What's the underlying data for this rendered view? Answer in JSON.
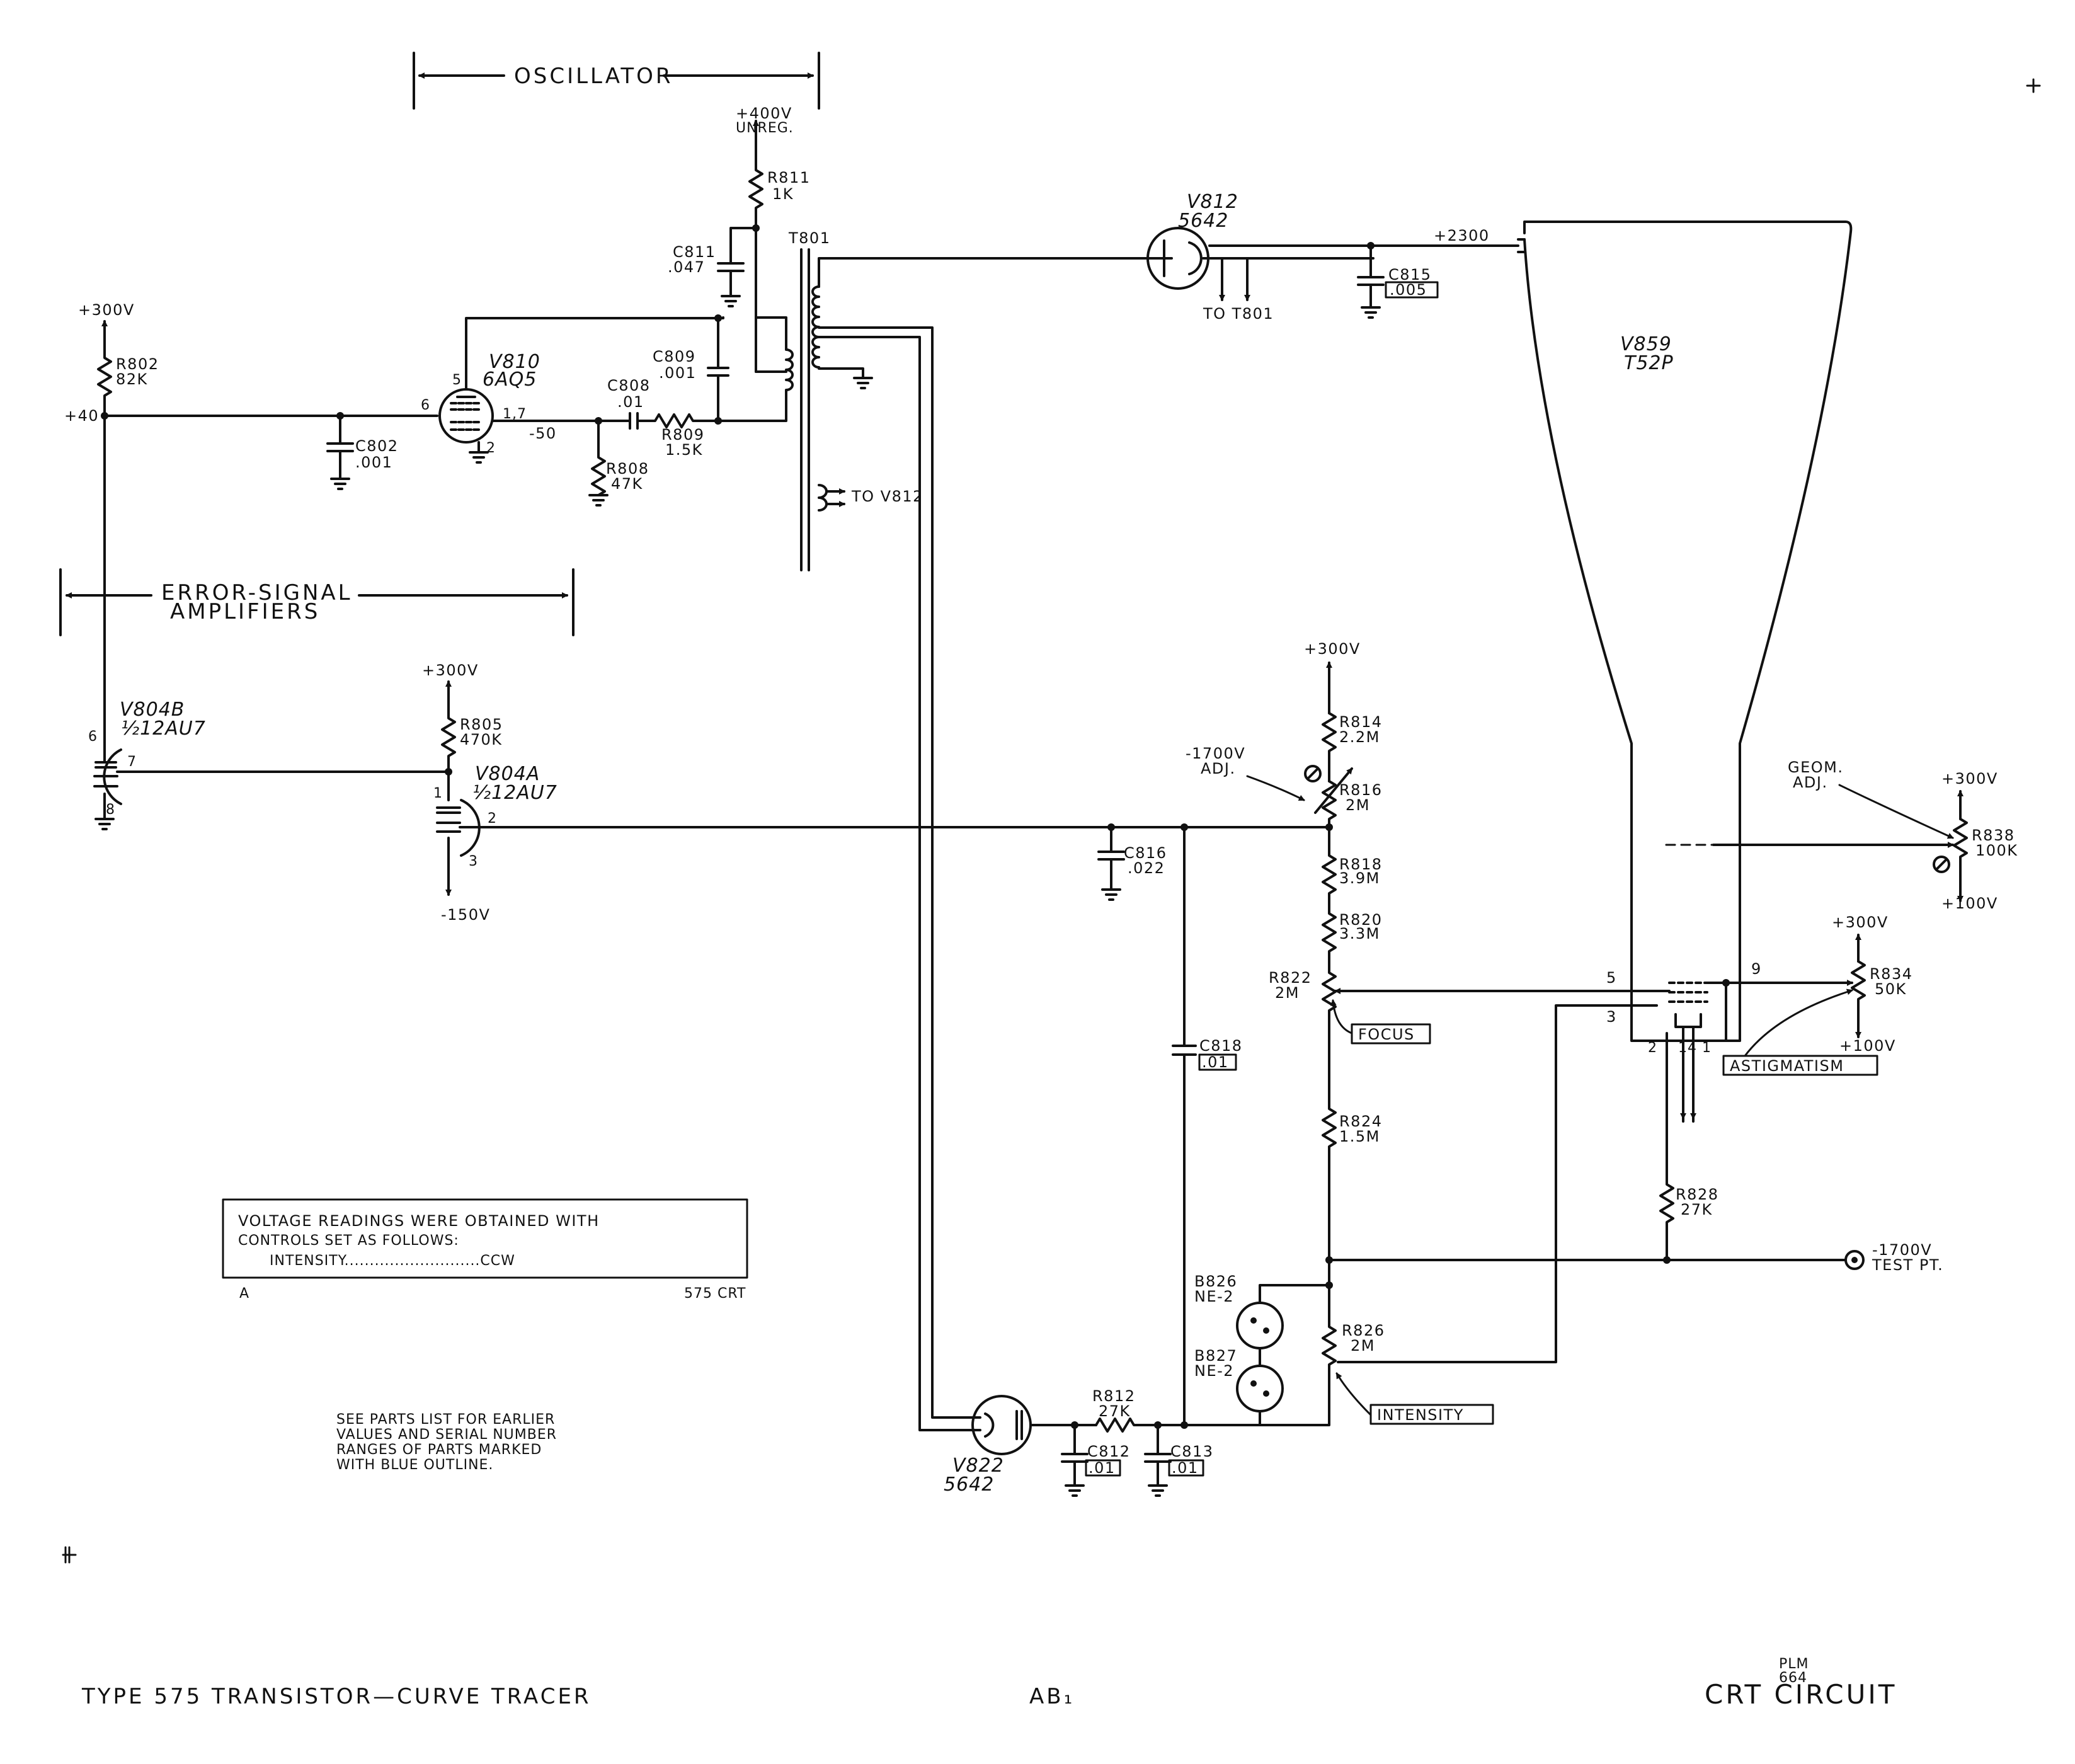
{
  "labels": {
    "oscillator": "OSCILLATOR",
    "error_line1": "ERROR-SIGNAL",
    "error_line2": "AMPLIFIERS",
    "p400": "+400V",
    "unreg": "UNREG.",
    "r811": "R811",
    "r811v": "1K",
    "c811": "C811",
    "c811v": ".047",
    "t801": "T801",
    "v812": "V812",
    "v812t": "5642",
    "to_t801": "TO T801",
    "p2300": "+2300",
    "c815": "C815",
    "c815v": ".005",
    "v859": "V859",
    "v859t": "T52P",
    "p300_a": "+300V",
    "r802": "R802",
    "r802v": "82K",
    "p40": "+40",
    "v810": "V810",
    "v810t": "6AQ5",
    "pin5": "5",
    "pin6": "6",
    "pin17": "1,7",
    "pin2": "2",
    "m50": "-50",
    "c802": "C802",
    "c802v": ".001",
    "c808": "C808",
    "c808v": ".01",
    "c809": "C809",
    "c809v": ".001",
    "r809": "R809",
    "r809v": "1.5K",
    "r808": "R808",
    "r808v": "47K",
    "to_v812": "TO V812",
    "p300_b": "+300V",
    "r805": "R805",
    "r805v": "470K",
    "v804b": "V804B",
    "v804bt": "½12AU7",
    "v804a": "V804A",
    "v804at": "½12AU7",
    "pb6": "6",
    "pb7": "7",
    "pb8": "8",
    "pa1": "1",
    "pa2": "2",
    "pa3": "3",
    "m150": "-150V",
    "p300_c": "+300V",
    "r814": "R814",
    "r814v": "2.2M",
    "m1700adj": "-1700V",
    "adj": "ADJ.",
    "r816": "R816",
    "r816v": "2M",
    "c816": "C816",
    "c816v": ".022",
    "r818": "R818",
    "r818v": "3.9M",
    "r820": "R820",
    "r820v": "3.3M",
    "r822": "R822",
    "r822v": "2M",
    "focus": "FOCUS",
    "c818": "C818",
    "c818v": ".01",
    "r824": "R824",
    "r824v": "1.5M",
    "geom": "GEOM.",
    "geom_adj": "ADJ.",
    "p300_d": "+300V",
    "r838": "R838",
    "r838v": "100K",
    "p100_a": "+100V",
    "p300_e": "+300V",
    "r834": "R834",
    "r834v": "50K",
    "p100_b": "+100V",
    "astig": "ASTIGMATISM",
    "crt5": "5",
    "crt3": "3",
    "crt9": "9",
    "crt2": "2",
    "crt14": "14",
    "crt1": "1",
    "r828": "R828",
    "r828v": "27K",
    "m1700tp": "-1700V",
    "testpt": "TEST PT.",
    "b826": "B826",
    "b826v": "NE-2",
    "b827": "B827",
    "b827v": "NE-2",
    "r826": "R826",
    "r826v": "2M",
    "intensity": "INTENSITY",
    "r812": "R812",
    "r812v": "27K",
    "c812": "C812",
    "c812v": ".01",
    "c813": "C813",
    "c813v": ".01",
    "v822": "V822",
    "v822t": "5642",
    "vr1": "VOLTAGE  READINGS WERE OBTAINED WITH",
    "vr2": "CONTROLS SET AS FOLLOWS:",
    "vr3": "INTENSITY...........................CCW",
    "note_a": "A",
    "note_575": "575 CRT",
    "sp1": "SEE PARTS LIST FOR EARLIER",
    "sp2": "VALUES AND SERIAL NUMBER",
    "sp3": "RANGES OF PARTS MARKED",
    "sp4": "WITH BLUE OUTLINE.",
    "footer_left": "TYPE 575 TRANSISTOR—CURVE TRACER",
    "footer_mid": "AB₁",
    "plm": "PLM",
    "plm_num": "664",
    "crt_title": "CRT  CIRCUIT"
  }
}
